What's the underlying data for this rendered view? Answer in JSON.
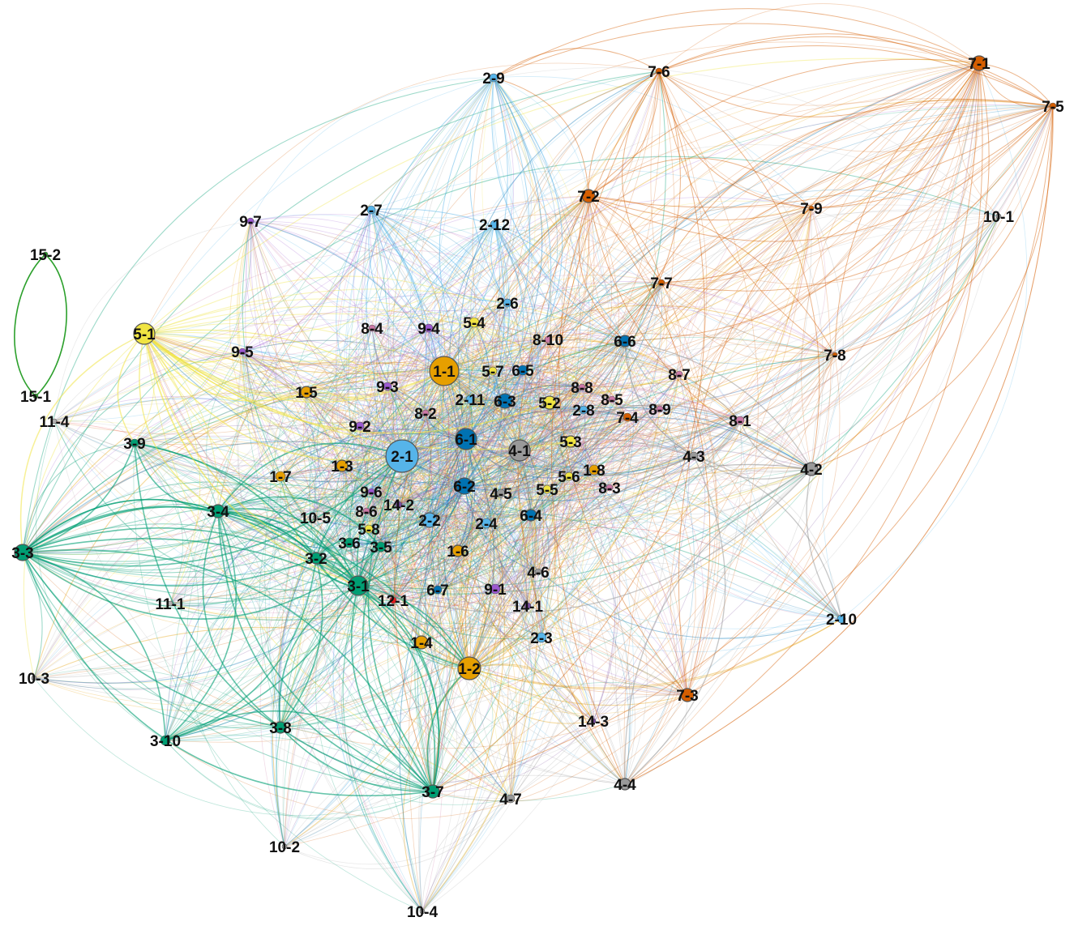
{
  "palette": {
    "1": "#e69f00",
    "2": "#56b4e9",
    "3": "#009e73",
    "4": "#999999",
    "5": "#f0e442",
    "6": "#0072b2",
    "7": "#d55e00",
    "8": "#cc79a7",
    "9": "#9b59d0",
    "10": "#b0b0b0",
    "11": "#b0b0b0",
    "12": "#e41a1c",
    "14": "#7b4ea0",
    "15": "#2ca02c"
  },
  "nodes": [
    {
      "id": "1-1",
      "label": "1-1",
      "group": "1",
      "size": 18
    },
    {
      "id": "1-2",
      "label": "1-2",
      "group": "1",
      "size": 14
    },
    {
      "id": "1-3",
      "label": "1-3",
      "group": "1",
      "size": 7
    },
    {
      "id": "1-4",
      "label": "1-4",
      "group": "1",
      "size": 8
    },
    {
      "id": "1-5",
      "label": "1-5",
      "group": "1",
      "size": 7
    },
    {
      "id": "1-6",
      "label": "1-6",
      "group": "1",
      "size": 7
    },
    {
      "id": "1-7",
      "label": "1-7",
      "group": "1",
      "size": 6
    },
    {
      "id": "1-8",
      "label": "1-8",
      "group": "1",
      "size": 6
    },
    {
      "id": "2-1",
      "label": "2-1",
      "group": "2",
      "size": 20
    },
    {
      "id": "2-2",
      "label": "2-2",
      "group": "2",
      "size": 9
    },
    {
      "id": "2-3",
      "label": "2-3",
      "group": "2",
      "size": 6
    },
    {
      "id": "2-4",
      "label": "2-4",
      "group": "2",
      "size": 6
    },
    {
      "id": "2-6",
      "label": "2-6",
      "group": "2",
      "size": 5
    },
    {
      "id": "2-7",
      "label": "2-7",
      "group": "2",
      "size": 5
    },
    {
      "id": "2-8",
      "label": "2-8",
      "group": "2",
      "size": 5
    },
    {
      "id": "2-9",
      "label": "2-9",
      "group": "2",
      "size": 5
    },
    {
      "id": "2-10",
      "label": "2-10",
      "group": "2",
      "size": 5
    },
    {
      "id": "2-11",
      "label": "2-11",
      "group": "2",
      "size": 5
    },
    {
      "id": "2-12",
      "label": "2-12",
      "group": "2",
      "size": 5
    },
    {
      "id": "3-1",
      "label": "3-1",
      "group": "3",
      "size": 12
    },
    {
      "id": "3-2",
      "label": "3-2",
      "group": "3",
      "size": 7
    },
    {
      "id": "3-3",
      "label": "3-3",
      "group": "3",
      "size": 10
    },
    {
      "id": "3-4",
      "label": "3-4",
      "group": "3",
      "size": 8
    },
    {
      "id": "3-5",
      "label": "3-5",
      "group": "3",
      "size": 6
    },
    {
      "id": "3-6",
      "label": "3-6",
      "group": "3",
      "size": 6
    },
    {
      "id": "3-7",
      "label": "3-7",
      "group": "3",
      "size": 8
    },
    {
      "id": "3-8",
      "label": "3-8",
      "group": "3",
      "size": 7
    },
    {
      "id": "3-9",
      "label": "3-9",
      "group": "3",
      "size": 5
    },
    {
      "id": "3-10",
      "label": "3-10",
      "group": "3",
      "size": 6
    },
    {
      "id": "4-1",
      "label": "4-1",
      "group": "4",
      "size": 13
    },
    {
      "id": "4-2",
      "label": "4-2",
      "group": "4",
      "size": 8
    },
    {
      "id": "4-3",
      "label": "4-3",
      "group": "4",
      "size": 5
    },
    {
      "id": "4-4",
      "label": "4-4",
      "group": "4",
      "size": 7
    },
    {
      "id": "4-5",
      "label": "4-5",
      "group": "4",
      "size": 5
    },
    {
      "id": "4-6",
      "label": "4-6",
      "group": "4",
      "size": 4
    },
    {
      "id": "4-7",
      "label": "4-7",
      "group": "4",
      "size": 5
    },
    {
      "id": "5-1",
      "label": "5-1",
      "group": "5",
      "size": 13
    },
    {
      "id": "5-2",
      "label": "5-2",
      "group": "5",
      "size": 8
    },
    {
      "id": "5-3",
      "label": "5-3",
      "group": "5",
      "size": 7
    },
    {
      "id": "5-4",
      "label": "5-4",
      "group": "5",
      "size": 6
    },
    {
      "id": "5-5",
      "label": "5-5",
      "group": "5",
      "size": 5
    },
    {
      "id": "5-6",
      "label": "5-6",
      "group": "5",
      "size": 5
    },
    {
      "id": "5-7",
      "label": "5-7",
      "group": "5",
      "size": 5
    },
    {
      "id": "5-8",
      "label": "5-8",
      "group": "5",
      "size": 5
    },
    {
      "id": "6-1",
      "label": "6-1",
      "group": "6",
      "size": 13
    },
    {
      "id": "6-2",
      "label": "6-2",
      "group": "6",
      "size": 10
    },
    {
      "id": "6-3",
      "label": "6-3",
      "group": "6",
      "size": 9
    },
    {
      "id": "6-4",
      "label": "6-4",
      "group": "6",
      "size": 7
    },
    {
      "id": "6-5",
      "label": "6-5",
      "group": "6",
      "size": 6
    },
    {
      "id": "6-6",
      "label": "6-6",
      "group": "6",
      "size": 7
    },
    {
      "id": "6-7",
      "label": "6-7",
      "group": "6",
      "size": 5
    },
    {
      "id": "7-1",
      "label": "7-1",
      "group": "7",
      "size": 9
    },
    {
      "id": "7-2",
      "label": "7-2",
      "group": "7",
      "size": 8
    },
    {
      "id": "7-3",
      "label": "7-3",
      "group": "7",
      "size": 8
    },
    {
      "id": "7-4",
      "label": "7-4",
      "group": "7",
      "size": 5
    },
    {
      "id": "7-5",
      "label": "7-5",
      "group": "7",
      "size": 4
    },
    {
      "id": "7-6",
      "label": "7-6",
      "group": "7",
      "size": 4
    },
    {
      "id": "7-7",
      "label": "7-7",
      "group": "7",
      "size": 4
    },
    {
      "id": "7-8",
      "label": "7-8",
      "group": "7",
      "size": 3
    },
    {
      "id": "7-9",
      "label": "7-9",
      "group": "7",
      "size": 3
    },
    {
      "id": "8-1",
      "label": "8-1",
      "group": "8",
      "size": 5
    },
    {
      "id": "8-2",
      "label": "8-2",
      "group": "8",
      "size": 4
    },
    {
      "id": "8-3",
      "label": "8-3",
      "group": "8",
      "size": 4
    },
    {
      "id": "8-4",
      "label": "8-4",
      "group": "8",
      "size": 4
    },
    {
      "id": "8-5",
      "label": "8-5",
      "group": "8",
      "size": 4
    },
    {
      "id": "8-6",
      "label": "8-6",
      "group": "8",
      "size": 4
    },
    {
      "id": "8-7",
      "label": "8-7",
      "group": "8",
      "size": 4
    },
    {
      "id": "8-8",
      "label": "8-8",
      "group": "8",
      "size": 4
    },
    {
      "id": "8-9",
      "label": "8-9",
      "group": "8",
      "size": 4
    },
    {
      "id": "8-10",
      "label": "8-10",
      "group": "8",
      "size": 4
    },
    {
      "id": "9-1",
      "label": "9-1",
      "group": "9",
      "size": 6
    },
    {
      "id": "9-2",
      "label": "9-2",
      "group": "9",
      "size": 5
    },
    {
      "id": "9-3",
      "label": "9-3",
      "group": "9",
      "size": 5
    },
    {
      "id": "9-4",
      "label": "9-4",
      "group": "9",
      "size": 5
    },
    {
      "id": "9-5",
      "label": "9-5",
      "group": "9",
      "size": 4
    },
    {
      "id": "9-6",
      "label": "9-6",
      "group": "9",
      "size": 4
    },
    {
      "id": "9-7",
      "label": "9-7",
      "group": "9",
      "size": 4
    },
    {
      "id": "10-1",
      "label": "10-1",
      "group": "10",
      "size": 3
    },
    {
      "id": "10-2",
      "label": "10-2",
      "group": "10",
      "size": 3
    },
    {
      "id": "10-3",
      "label": "10-3",
      "group": "10",
      "size": 3
    },
    {
      "id": "10-4",
      "label": "10-4",
      "group": "10",
      "size": 3
    },
    {
      "id": "10-5",
      "label": "10-5",
      "group": "10",
      "size": 3
    },
    {
      "id": "11-1",
      "label": "11-1",
      "group": "11",
      "size": 3
    },
    {
      "id": "11-4",
      "label": "11-4",
      "group": "11",
      "size": 3
    },
    {
      "id": "12-1",
      "label": "12-1",
      "group": "12",
      "size": 4
    },
    {
      "id": "14-1",
      "label": "14-1",
      "group": "14",
      "size": 4
    },
    {
      "id": "14-2",
      "label": "14-2",
      "group": "14",
      "size": 4
    },
    {
      "id": "14-3",
      "label": "14-3",
      "group": "14",
      "size": 3
    },
    {
      "id": "15-1",
      "label": "15-1",
      "group": "15",
      "size": 3
    },
    {
      "id": "15-2",
      "label": "15-2",
      "group": "15",
      "size": 3
    }
  ]
}
